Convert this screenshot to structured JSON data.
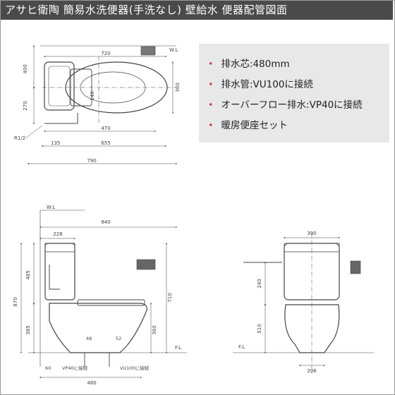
{
  "header": {
    "title": "アサヒ衛陶 簡易水洗便器(手洗なし) 壁給水 便器配管図面"
  },
  "specs": {
    "bullet": "・",
    "items": [
      "排水芯:480mm",
      "排水管:VU100に接続",
      "オーバーフロー排水:VP40に接続",
      "暖房便座セット"
    ]
  },
  "plan_view": {
    "wall_label": "W.L",
    "dims": {
      "d720": "720",
      "d400": "400",
      "d270": "270",
      "d360": "360",
      "d140": "140",
      "d470": "470",
      "d655": "655",
      "d790": "790",
      "d135": "135",
      "r12": "R1/2"
    }
  },
  "side_view": {
    "wall_label": "W.L",
    "floor_label": "F.L",
    "dims": {
      "d840": "840",
      "d228": "228",
      "d485": "485",
      "d870": "870",
      "d385": "385",
      "d710": "710",
      "d360": "360",
      "d48": "48",
      "d52": "52",
      "d60": "60",
      "d480": "480"
    },
    "callouts": {
      "vp40": "VP40に接続",
      "vu100": "VU100に接続"
    }
  },
  "front_view": {
    "floor_label": "F.L",
    "dims": {
      "d390": "390",
      "d240": "240",
      "d510": "510",
      "d206": "206"
    }
  }
}
